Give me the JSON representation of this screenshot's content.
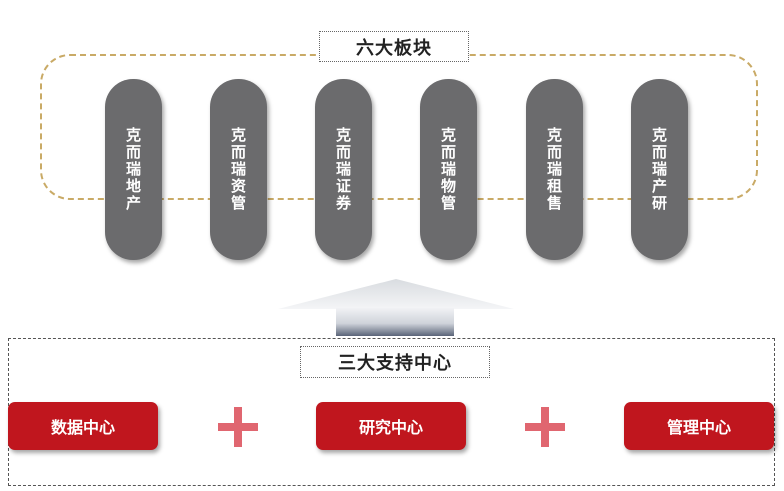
{
  "top_section": {
    "title": "六大板块",
    "items": [
      {
        "label": "克而瑞地产"
      },
      {
        "label": "克而瑞资管"
      },
      {
        "label": "克而瑞证券"
      },
      {
        "label": "克而瑞物管"
      },
      {
        "label": "克而瑞租售"
      },
      {
        "label": "克而瑞产研"
      }
    ]
  },
  "bottom_section": {
    "title": "三大支持中心",
    "centers": [
      {
        "label": "数据中心"
      },
      {
        "label": "研究中心"
      },
      {
        "label": "管理中心"
      }
    ]
  },
  "colors": {
    "pill": "#6b6b6d",
    "center": "#c0161e",
    "plus": "#e06670",
    "top_border": "#c9aa66"
  }
}
